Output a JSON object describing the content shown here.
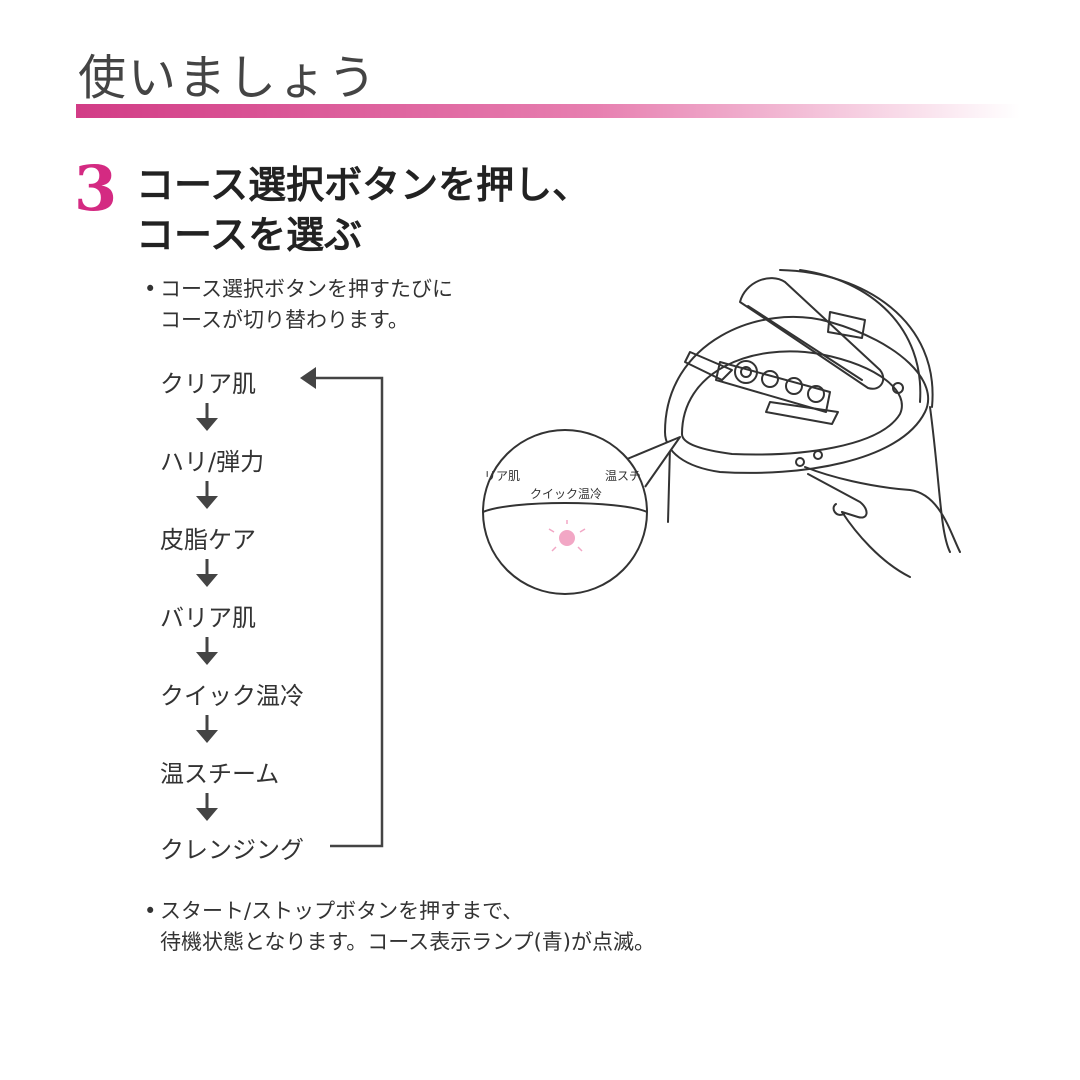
{
  "page_title": "使いましょう",
  "step": {
    "number": "3",
    "heading_lines": [
      "コース選択ボタンを押し、",
      "コースを選ぶ"
    ]
  },
  "note_1": {
    "bullet": "•",
    "lines": [
      "コース選択ボタンを押すたびに",
      "コースが切り替わります。"
    ]
  },
  "courses": [
    "クリア肌",
    "ハリ/弾力",
    "皮脂ケア",
    "バリア肌",
    "クイック温冷",
    "温スチーム",
    "クレンジング"
  ],
  "illustration": {
    "zoom_labels": [
      "リア肌",
      "クイック温冷",
      "温スチ"
    ]
  },
  "note_2": {
    "bullet": "•",
    "lines": [
      "スタート/ストップボタンを押すまで、",
      "待機状態となります。コース表示ランプ(青)が点滅。"
    ]
  },
  "colors": {
    "accent": "#d42a82",
    "lamp": "#f2a7c5",
    "line": "#333333"
  }
}
